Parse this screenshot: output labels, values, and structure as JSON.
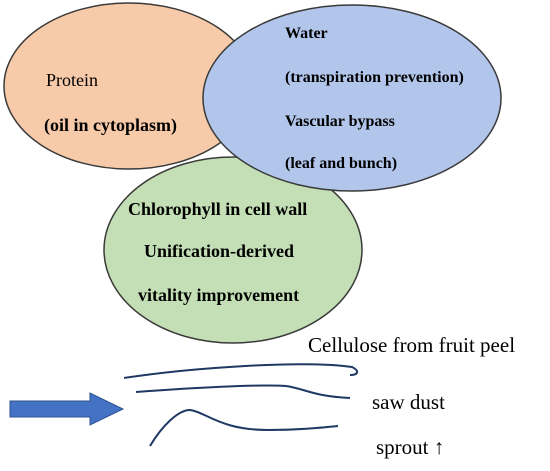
{
  "diagram": {
    "protein_circle": {
      "color": "#f7cba9",
      "lines": [
        "Protein",
        "(oil in cytoplasm)"
      ]
    },
    "water_circle": {
      "color": "#b1c6ea",
      "lines": [
        "Water",
        "(transpiration prevention)",
        "Vascular bypass",
        "(leaf and bunch)"
      ]
    },
    "chlorophyll_circle": {
      "color": "#c4dfb5",
      "lines": [
        "Chlorophyll in cell wall",
        "Unification-derived",
        "vitality improvement"
      ]
    },
    "arrow_color": "#4472c4",
    "materials": [
      {
        "label": "Cellulose from fruit peel"
      },
      {
        "label": "saw dust"
      },
      {
        "label": "sprout ↑"
      }
    ]
  }
}
